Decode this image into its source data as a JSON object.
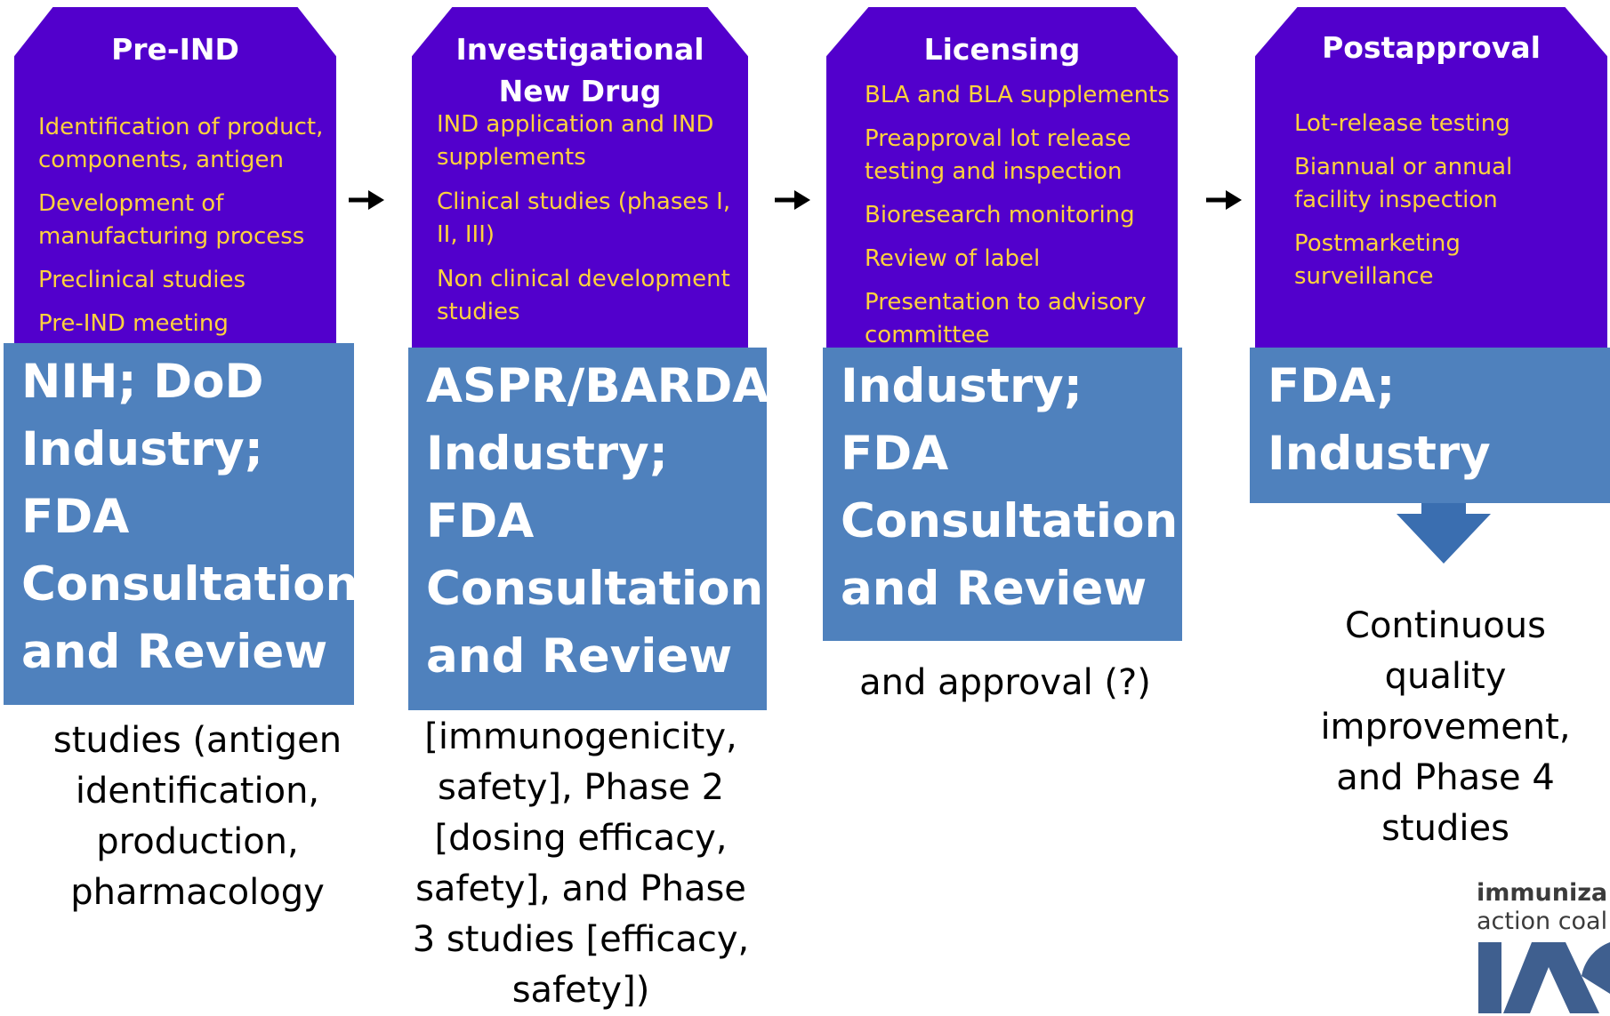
{
  "stages": [
    {
      "title": "Pre-IND",
      "items": [
        "Identification of product,",
        "components, antigen",
        "Development of",
        "manufacturing process",
        "Preclinical studies",
        "Pre-IND meeting"
      ]
    },
    {
      "title_lines": [
        "Investigational",
        "New Drug"
      ],
      "items": [
        "IND application and IND",
        "supplements",
        "Clinical studies (phases I,",
        "II, III)",
        "Non clinical development",
        "studies"
      ]
    },
    {
      "title": "Licensing",
      "items": [
        "BLA and BLA supplements",
        "Preapproval lot release",
        "testing and inspection",
        "Bioresearch monitoring",
        "Review of label",
        "Presentation to advisory",
        "committee"
      ]
    },
    {
      "title": "Postapproval",
      "items": [
        "Lot-release testing",
        "Biannual or annual",
        "facility inspection",
        "Postmarketing",
        "surveillance"
      ]
    }
  ],
  "overlays": [
    {
      "lines": [
        "NIH; DoD",
        "Industry;",
        "FDA",
        "Consultation",
        "and Review"
      ]
    },
    {
      "lines": [
        "ASPR/BARDA",
        "Industry;",
        "FDA",
        "Consultation",
        "and Review"
      ]
    },
    {
      "lines": [
        "Industry;",
        "FDA",
        "Consultation",
        "and Review"
      ]
    },
    {
      "lines": [
        "FDA;",
        "Industry"
      ]
    }
  ],
  "captions": [
    {
      "lines": [
        "studies (antigen",
        "identification,",
        "production,",
        "pharmacology"
      ]
    },
    {
      "lines": [
        "[immunogenicity,",
        "safety], Phase 2",
        "[dosing efficacy,",
        "safety], and Phase",
        "3 studies [efficacy,",
        "safety])"
      ]
    },
    {
      "lines": [
        "and approval (?)"
      ]
    },
    {
      "lines": [
        "Continuous",
        "quality",
        "improvement,",
        "and Phase 4",
        "studies"
      ]
    }
  ],
  "logo": {
    "line1": "immuniza",
    "line2": "action coal"
  },
  "colors": {
    "stage_fill": "#5200CC",
    "stage_title": "#FFFFFF",
    "stage_item": "#FFD23C",
    "overlay_fill": "#4F81BD",
    "down_arrow": "#3A6EB0"
  }
}
